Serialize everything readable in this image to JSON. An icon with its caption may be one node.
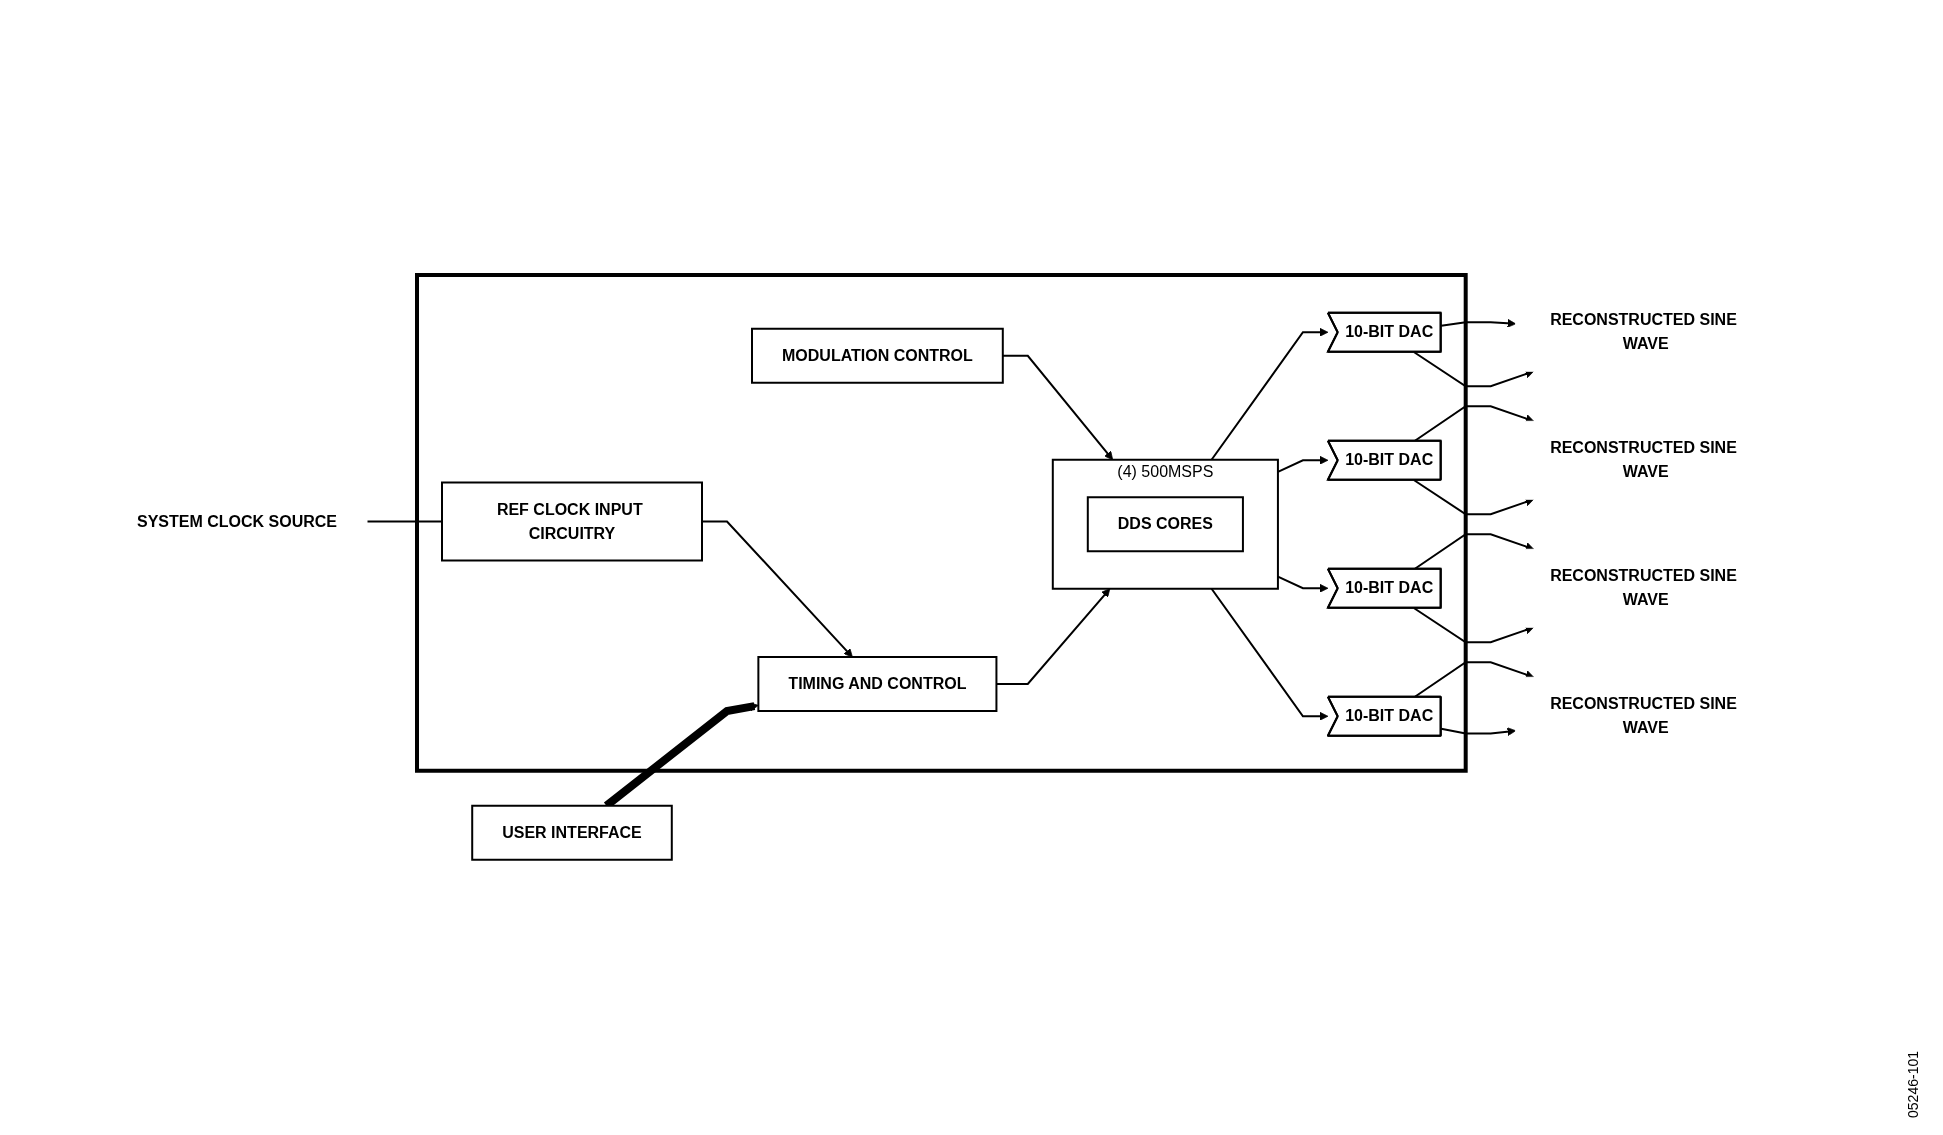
{
  "diagram": {
    "nodes": [
      {
        "text": [],
        "shape": "box"
      },
      {
        "text": [
          "(4) 500MSPS"
        ],
        "in": 0
      },
      {
        "text": [
          "DDS CORES"
        ],
        "in": 1
      },
      {
        "text": [
          "MODULATION CONTROL"
        ],
        "in": 0
      },
      {
        "text": [
          "REF CLOCK INPUT CIRCUITRY"
        ],
        "in": 0
      },
      {
        "text": [
          "TIMING AND CONTROL"
        ],
        "in": 0
      },
      {
        "text": [
          "USER INTERFACE"
        ]
      },
      {
        "text": [
          "10-BIT DAC"
        ],
        "in": 0
      },
      {
        "text": [
          "10-BIT DAC"
        ],
        "in": 0
      },
      {
        "text": [
          "10-BIT DAC"
        ],
        "in": 0
      },
      {
        "text": [
          "10-BIT DAC"
        ],
        "in": 0
      },
      {
        "text": [
          "SYSTEM CLOCK SOURCE"
        ]
      },
      {
        "text": [
          "RECONSTRUCTED SINE WAVE"
        ]
      },
      {
        "text": [
          "RECONSTRUCTED SINE WAVE"
        ]
      },
      {
        "text": [
          "RECONSTRUCTED SINE WAVE"
        ]
      },
      {
        "text": [
          "RECONSTRUCTED SINE WAVE"
        ]
      }
    ],
    "edges": [
      {
        "from": 11,
        "to": 4,
        "arrow": "none"
      },
      {
        "from": 4,
        "to": 5,
        "arrow": "to"
      },
      {
        "from": 3,
        "to": 1,
        "arrow": "to"
      },
      {
        "from": 5,
        "to": 1,
        "arrow": "to"
      },
      {
        "from": 6,
        "to": 5,
        "arrow": "to",
        "style": "thick"
      },
      {
        "from": 1,
        "to": 7,
        "arrow": "to"
      },
      {
        "from": 1,
        "to": 8,
        "arrow": "to"
      },
      {
        "from": 1,
        "to": 9,
        "arrow": "to"
      },
      {
        "from": 1,
        "to": 10,
        "arrow": "to"
      },
      {
        "from": 7,
        "to": 12,
        "arrow": "to"
      },
      {
        "from": 7,
        "to": 12,
        "arrow": "to"
      },
      {
        "from": 8,
        "to": 13,
        "arrow": "to"
      },
      {
        "from": 8,
        "to": 13,
        "arrow": "to"
      },
      {
        "from": 9,
        "to": 14,
        "arrow": "to"
      },
      {
        "from": 9,
        "to": 14,
        "arrow": "to"
      },
      {
        "from": 10,
        "to": 15,
        "arrow": "to"
      },
      {
        "from": 10,
        "to": 15,
        "arrow": "to"
      }
    ],
    "labels": [
      "05246-101"
    ]
  }
}
